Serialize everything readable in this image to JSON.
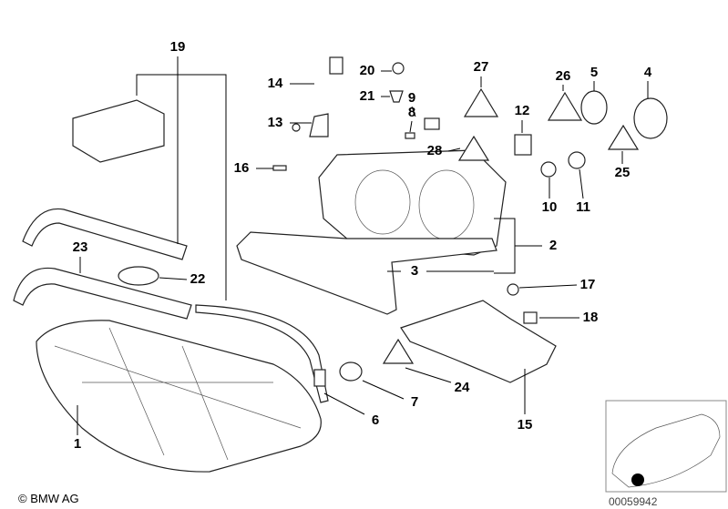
{
  "diagram": {
    "part_numbers": [
      "1",
      "2",
      "3",
      "4",
      "5",
      "6",
      "7",
      "8",
      "9",
      "10",
      "11",
      "12",
      "13",
      "14",
      "15",
      "16",
      "17",
      "18",
      "19",
      "20",
      "21",
      "22",
      "23",
      "24",
      "25",
      "26",
      "27",
      "28"
    ],
    "copyright": "© BMW AG",
    "image_reference": "00059942"
  }
}
